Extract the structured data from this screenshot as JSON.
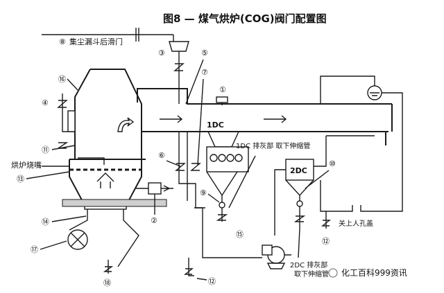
{
  "title": "图8  —  煤气烘炉(COG)阀门配置图",
  "labels": {
    "dust_hopper_gate": "集尘漏斗后滑门",
    "furnace_burner": "烘炉烧嘴",
    "dc1": "1DC",
    "dc1_note": "1DC 排灰部  取下伸缩管",
    "dc2": "2DC",
    "dc2_note_line1": "2DC 排灰部",
    "dc2_note_line2": "取下伸缩管",
    "manhole": "关上人孔盖"
  },
  "markers": [
    "①",
    "②",
    "③",
    "④",
    "⑤",
    "⑥",
    "⑦",
    "⑧",
    "⑨",
    "⑩",
    "⑪",
    "⑫",
    "⑬",
    "⑭",
    "⑮",
    "⑯",
    "⑰",
    "⑱"
  ],
  "watermark": "化工百科999资讯"
}
